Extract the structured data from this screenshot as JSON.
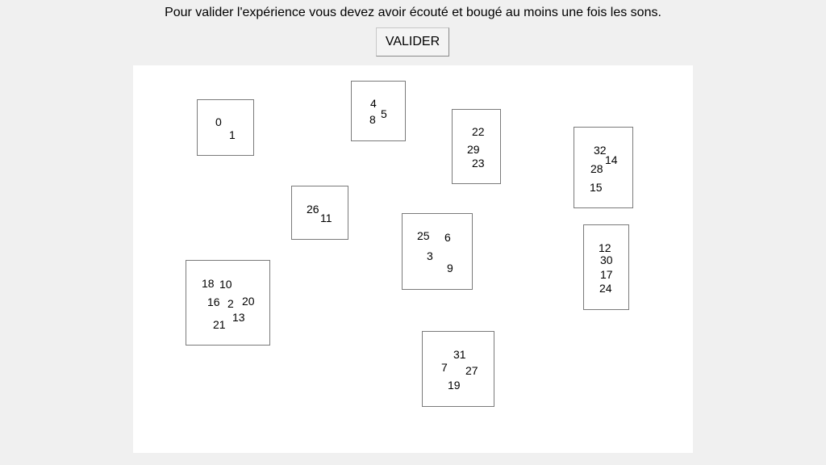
{
  "instruction": "Pour valider l'expérience vous devez avoir écouté et bougé au moins une fois les sons.",
  "validate_button": "VALIDER",
  "groups": [
    {
      "sounds": [
        "0",
        "1"
      ]
    },
    {
      "sounds": [
        "4",
        "5",
        "8"
      ]
    },
    {
      "sounds": [
        "22",
        "29",
        "23"
      ]
    },
    {
      "sounds": [
        "32",
        "14",
        "28",
        "15"
      ]
    },
    {
      "sounds": [
        "26",
        "11"
      ]
    },
    {
      "sounds": [
        "25",
        "6",
        "3",
        "9"
      ]
    },
    {
      "sounds": [
        "12",
        "30",
        "17",
        "24"
      ]
    },
    {
      "sounds": [
        "18",
        "10",
        "16",
        "2",
        "20",
        "21",
        "13"
      ]
    },
    {
      "sounds": [
        "31",
        "7",
        "27",
        "19"
      ]
    }
  ]
}
